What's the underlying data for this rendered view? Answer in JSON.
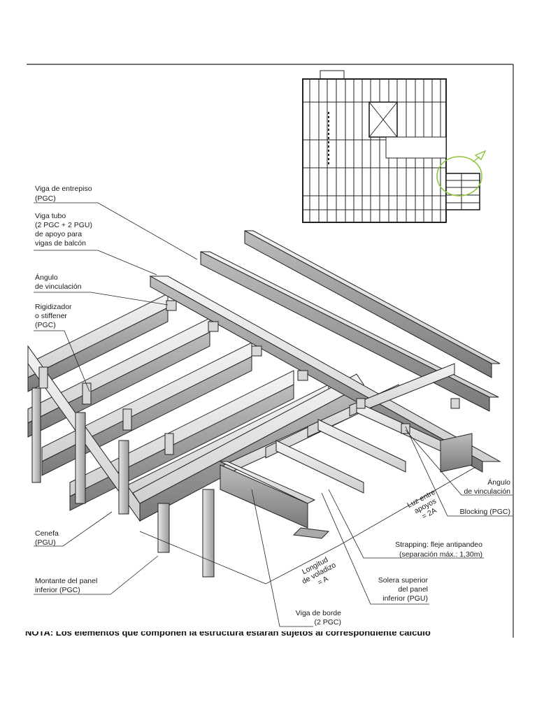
{
  "labels": {
    "viga_entrepiso": [
      "Viga de entrepiso",
      "(PGC)"
    ],
    "viga_tubo": [
      "Viga tubo",
      "(2 PGC + 2 PGU)",
      "de apoyo para",
      "vigas de balcón"
    ],
    "angulo_vinc_left": [
      "Ángulo",
      "de vinculación"
    ],
    "rigidizador": [
      "Rigidizador",
      "o stiffener",
      "(PGC)"
    ],
    "cenefa": [
      "Cenefa",
      "(PGU)"
    ],
    "montante": [
      "Montante del panel",
      "inferior (PGC)"
    ],
    "viga_borde": [
      "Viga de borde",
      "(2 PGC)"
    ],
    "solera": [
      "Solera superior",
      "del panel",
      "inferior (PGU)"
    ],
    "strapping": [
      "Strapping: fleje antipandeo",
      "(separación máx.: 1,30m)"
    ],
    "blocking": [
      "Blocking (PGC)"
    ],
    "angulo_vinc_right": [
      "Ángulo",
      "de vinculación"
    ],
    "luz": [
      "Luz entre",
      "apoyos",
      "= 2A"
    ],
    "longitud": [
      "Longitud",
      "de voladizo",
      "= A"
    ]
  },
  "note": "NOTA: Los elementos que componen la estructura estarán sujetos al correspondiente cálculo"
}
